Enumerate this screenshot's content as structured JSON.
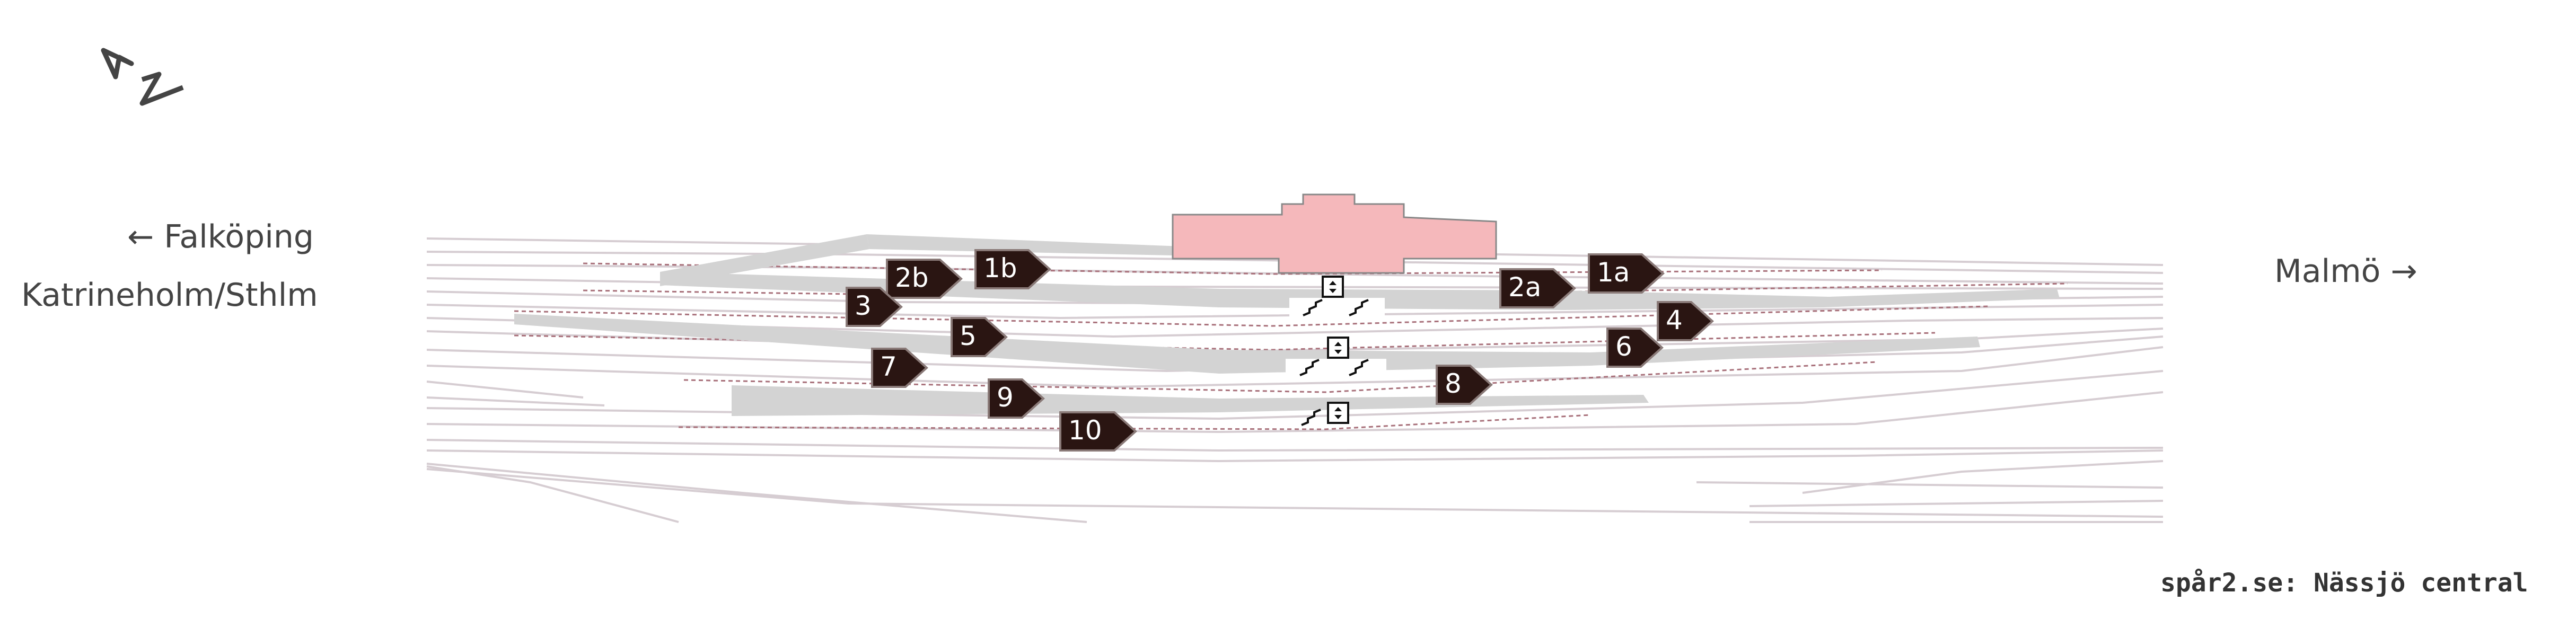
{
  "map": {
    "directions": {
      "left_top": "← Falköping",
      "left_bottom": "Katrineholm/Sthlm",
      "right": "Malmö →"
    },
    "north_arrow": {
      "letter": "N",
      "icon": "north-arrow-icon"
    },
    "station_building": {
      "icon": "station-building-icon",
      "color": "#f5b8bb"
    },
    "track_markers": [
      {
        "label": "1b"
      },
      {
        "label": "2b"
      },
      {
        "label": "3"
      },
      {
        "label": "5"
      },
      {
        "label": "7"
      },
      {
        "label": "9"
      },
      {
        "label": "10"
      },
      {
        "label": "2a"
      },
      {
        "label": "1a"
      },
      {
        "label": "4"
      },
      {
        "label": "6"
      },
      {
        "label": "8"
      }
    ],
    "platform_access_icons": [
      "stairs-elevator-icon",
      "stairs-elevator-icon",
      "stairs-elevator-icon"
    ],
    "colors": {
      "marker_fill": "#2a1512",
      "marker_stroke": "#8a7a78",
      "platform": "#d3d3d3",
      "track": "#d6cdd2",
      "track_dashed": "#a8707a",
      "building": "#f5b8bb"
    }
  },
  "footer": {
    "text": "spår2.se: Nässjö central"
  }
}
